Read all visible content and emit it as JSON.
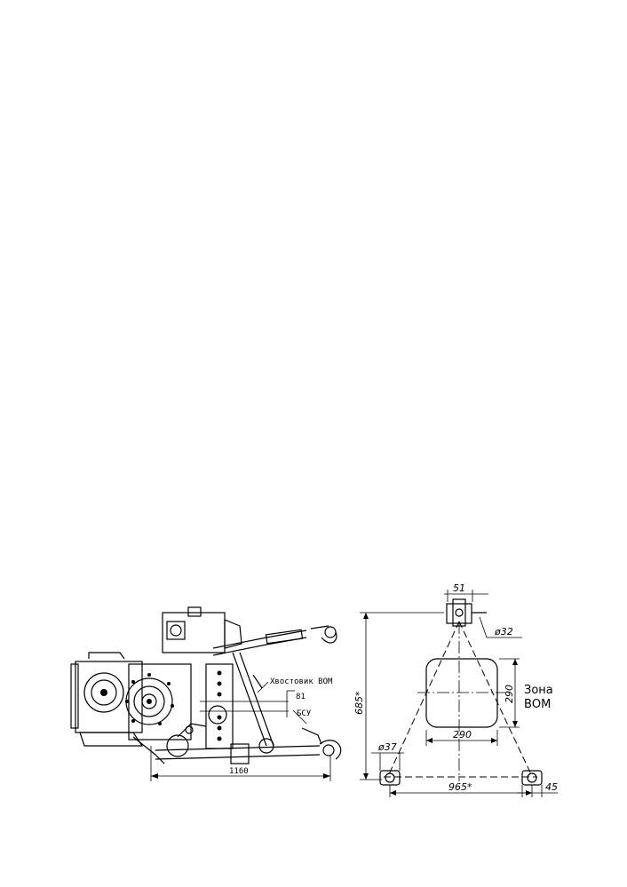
{
  "left_view": {
    "pto_shank_label": "Хвостовик ВОМ",
    "dim_81": "81",
    "quick_coupler_label": "БСУ",
    "dim_1160": "1160"
  },
  "right_view": {
    "dim_51": "51",
    "dim_d32": "ø32",
    "dim_685": "685*",
    "dim_290_vertical": "290",
    "dim_290_horizontal": "290",
    "pto_zone_line1": "Зона",
    "pto_zone_line2": "ВОМ",
    "dim_d37": "ø37",
    "dim_965": "965*",
    "dim_45": "45"
  }
}
